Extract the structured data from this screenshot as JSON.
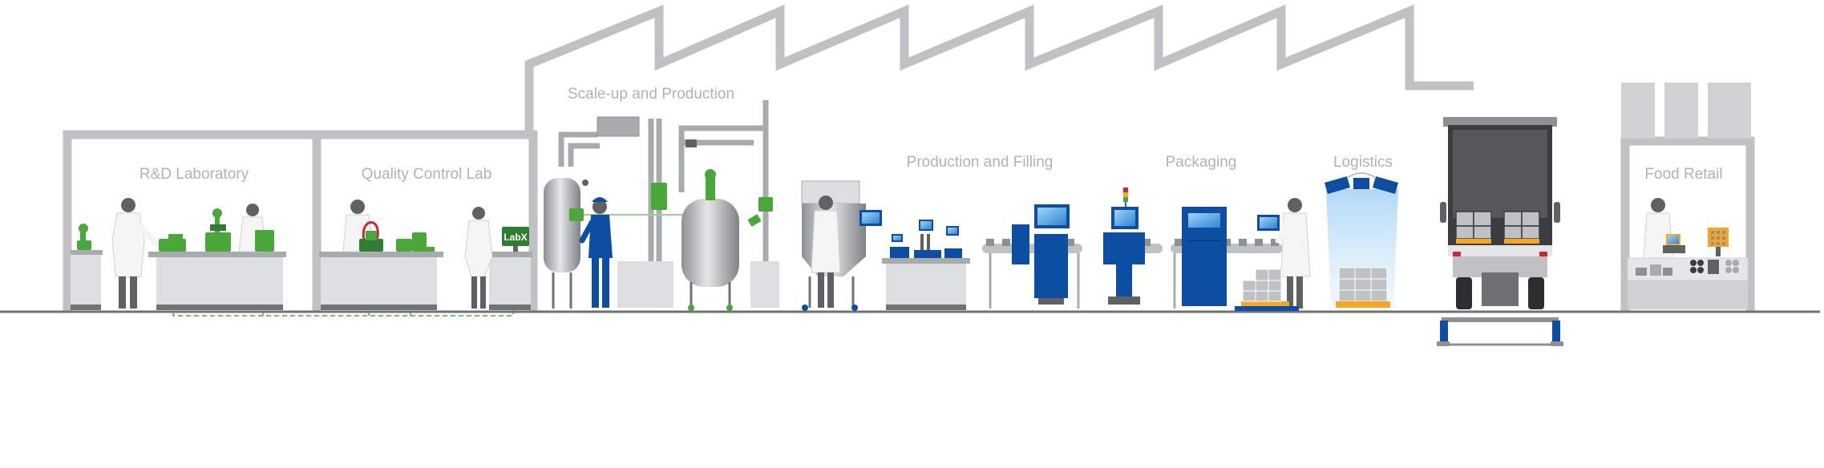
{
  "zones": {
    "rnd": "R&D Laboratory",
    "qc": "Quality Control Lab",
    "scaleup": "Scale-up and Production",
    "filling": "Production and Filling",
    "packaging": "Packaging",
    "logistics": "Logistics",
    "retail": "Food Retail"
  },
  "software_screen_label": "LabX",
  "colors": {
    "building_outline": "#bfc1c3",
    "floor_line": "#707275",
    "mt_blue": "#0b4ea2",
    "instrument_green": "#4aa83a",
    "steel": "#a8abae",
    "bench": "#dcdedf",
    "worker_gray": "#5f6265",
    "lab_coat": "#f5f5f5",
    "scale_orange": "#f5a623",
    "truck_dark": "#3a3c3f",
    "light_beam": "#d9ecfa"
  },
  "icons": [
    "factory-roof-icon",
    "scientist-icon",
    "lab-bench-icon",
    "balance-icon",
    "titrator-icon",
    "reactor-tank-icon",
    "operator-icon",
    "terminal-icon",
    "conveyor-icon",
    "checkweigher-icon",
    "metal-detector-icon",
    "xray-inspection-icon",
    "pallet-scale-icon",
    "dimensioning-icon",
    "truck-icon",
    "retail-scale-icon",
    "signal-tower-icon"
  ]
}
